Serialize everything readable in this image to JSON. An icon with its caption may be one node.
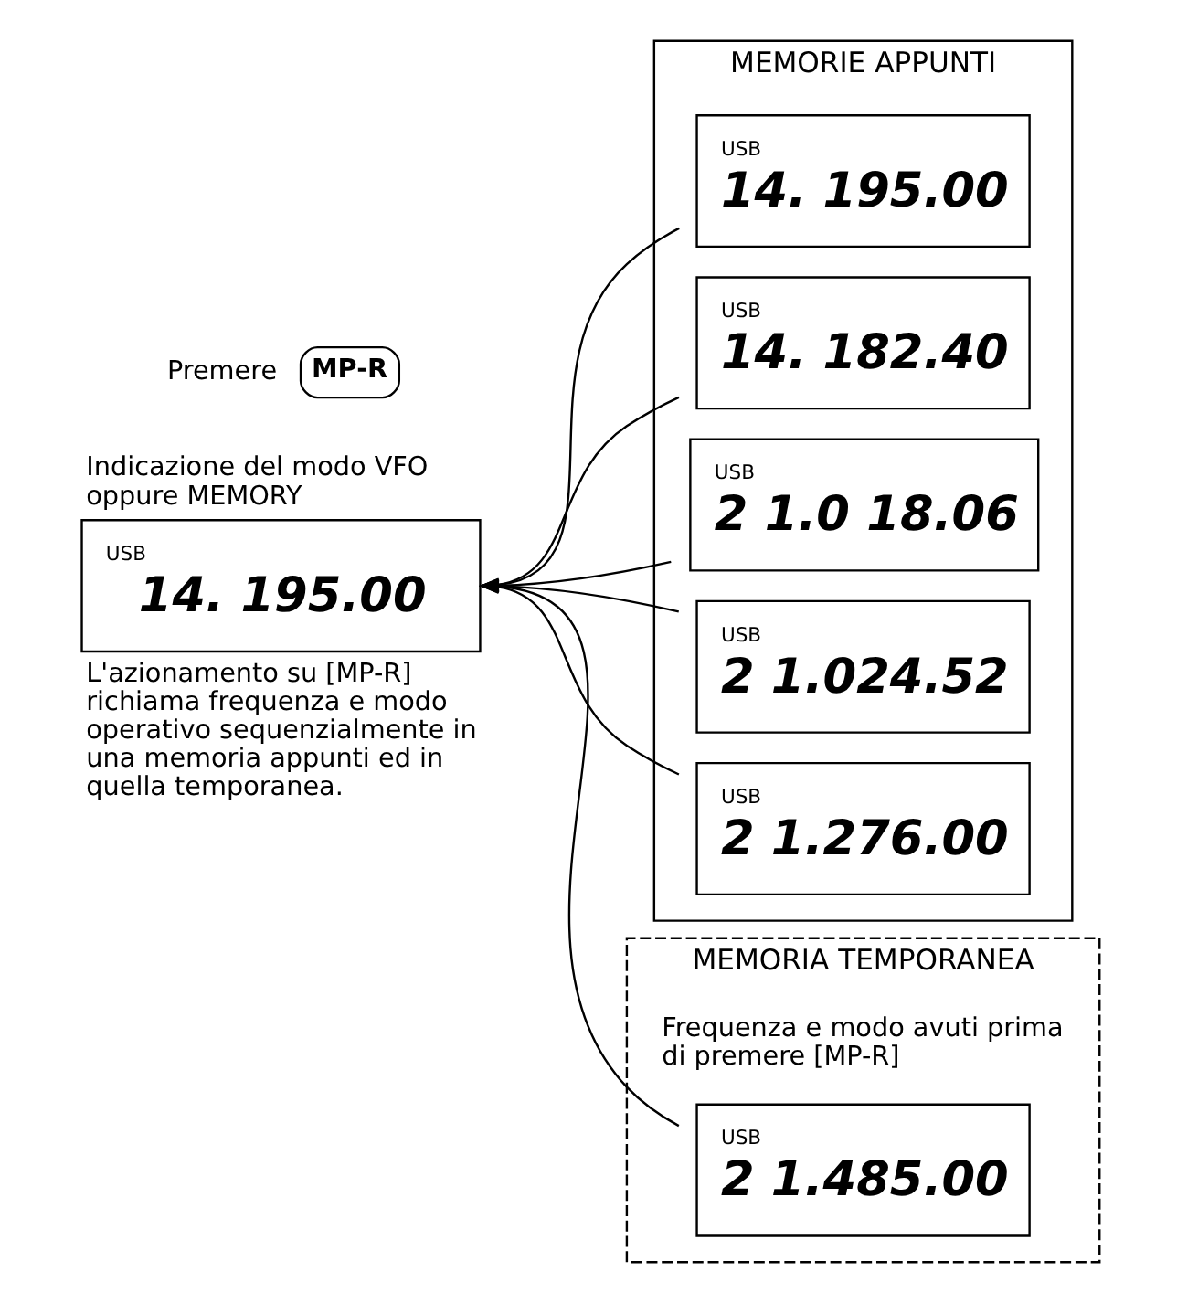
{
  "diagram": {
    "nodes": [
      {
        "text": [
          "MP-R"
        ],
        "beside": [
          "Premere"
        ]
      },
      {
        "text": [
          "USB",
          "14. 195.00"
        ],
        "beside": [
          "Indicazione del modo VFO oppure MEMORY",
          "L'azionamento su [MP-R] richiama frequenza e modo operativo sequenzialmente in una memoria appunti ed in quella temporanea."
        ]
      },
      {
        "text": [
          "MEMORIE APPUNTI"
        ]
      },
      {
        "text": [
          "USB",
          "14. 195.00"
        ],
        "in": 2
      },
      {
        "text": [
          "USB",
          "14. 182.40"
        ],
        "in": 2
      },
      {
        "text": [
          "USB",
          "2 1.0 18.06"
        ],
        "in": 2
      },
      {
        "text": [
          "USB",
          "2 1.024.52"
        ],
        "in": 2
      },
      {
        "text": [
          "USB",
          "2 1.276.00"
        ],
        "in": 2
      },
      {
        "text": [
          "MEMORIA TEMPORANEA",
          "Frequenza e modo avuti prima di premere [MP-R]"
        ]
      },
      {
        "text": [
          "USB",
          "2 1.485.00"
        ],
        "in": 8
      }
    ],
    "edges": [
      {
        "from": 3,
        "to": 1,
        "arrow": "to"
      },
      {
        "from": 4,
        "to": 1,
        "arrow": "to"
      },
      {
        "from": 5,
        "to": 1,
        "arrow": "to"
      },
      {
        "from": 6,
        "to": 1,
        "arrow": "to"
      },
      {
        "from": 7,
        "to": 1,
        "arrow": "to"
      },
      {
        "from": 9,
        "to": 1,
        "arrow": "to"
      }
    ]
  }
}
